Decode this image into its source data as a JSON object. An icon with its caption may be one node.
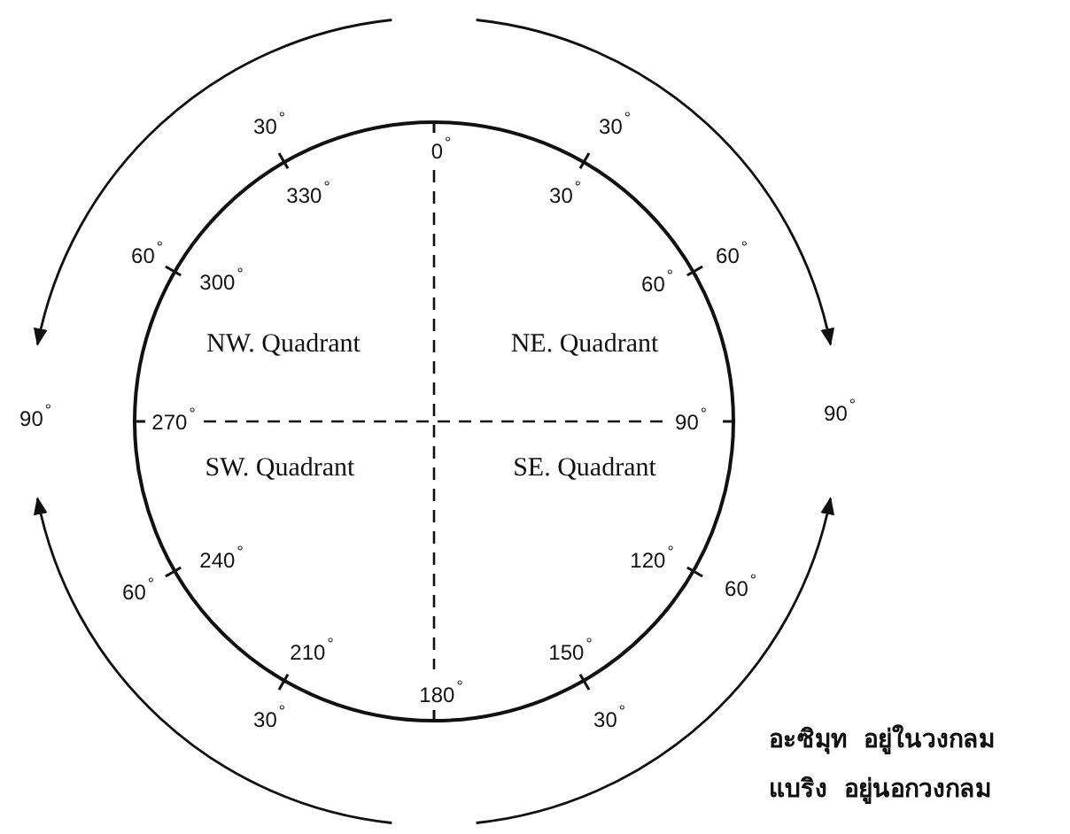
{
  "diagram": {
    "nodes": [
      {
        "text": [
          "NW. Quadrant",
          "NE. Quadrant",
          "SW. Quadrant",
          "SE. Quadrant"
        ]
      }
    ],
    "labels": [
      "30$^{°}$",
      "30$^{°}$",
      "0$^{°}$",
      "330$^{°}$",
      "30$^{°}$",
      "60$^{°}$",
      "60$^{°}$",
      "300$^{°}$",
      "60$^{°}$",
      "90$^{°}$",
      "270$^{°}$",
      "90$^{°}$",
      "90$^{°}$",
      "240$^{°}$",
      "120$^{°}$",
      "60$^{°}$",
      "60$^{°}$",
      "210$^{°}$",
      "150$^{°}$",
      "180$^{°}$",
      "30$^{°}$",
      "30$^{°}$",
      "อะซิมุท  อยู่ในวงกลม",
      "แบริง  อยู่นอกวงกลม"
    ]
  }
}
